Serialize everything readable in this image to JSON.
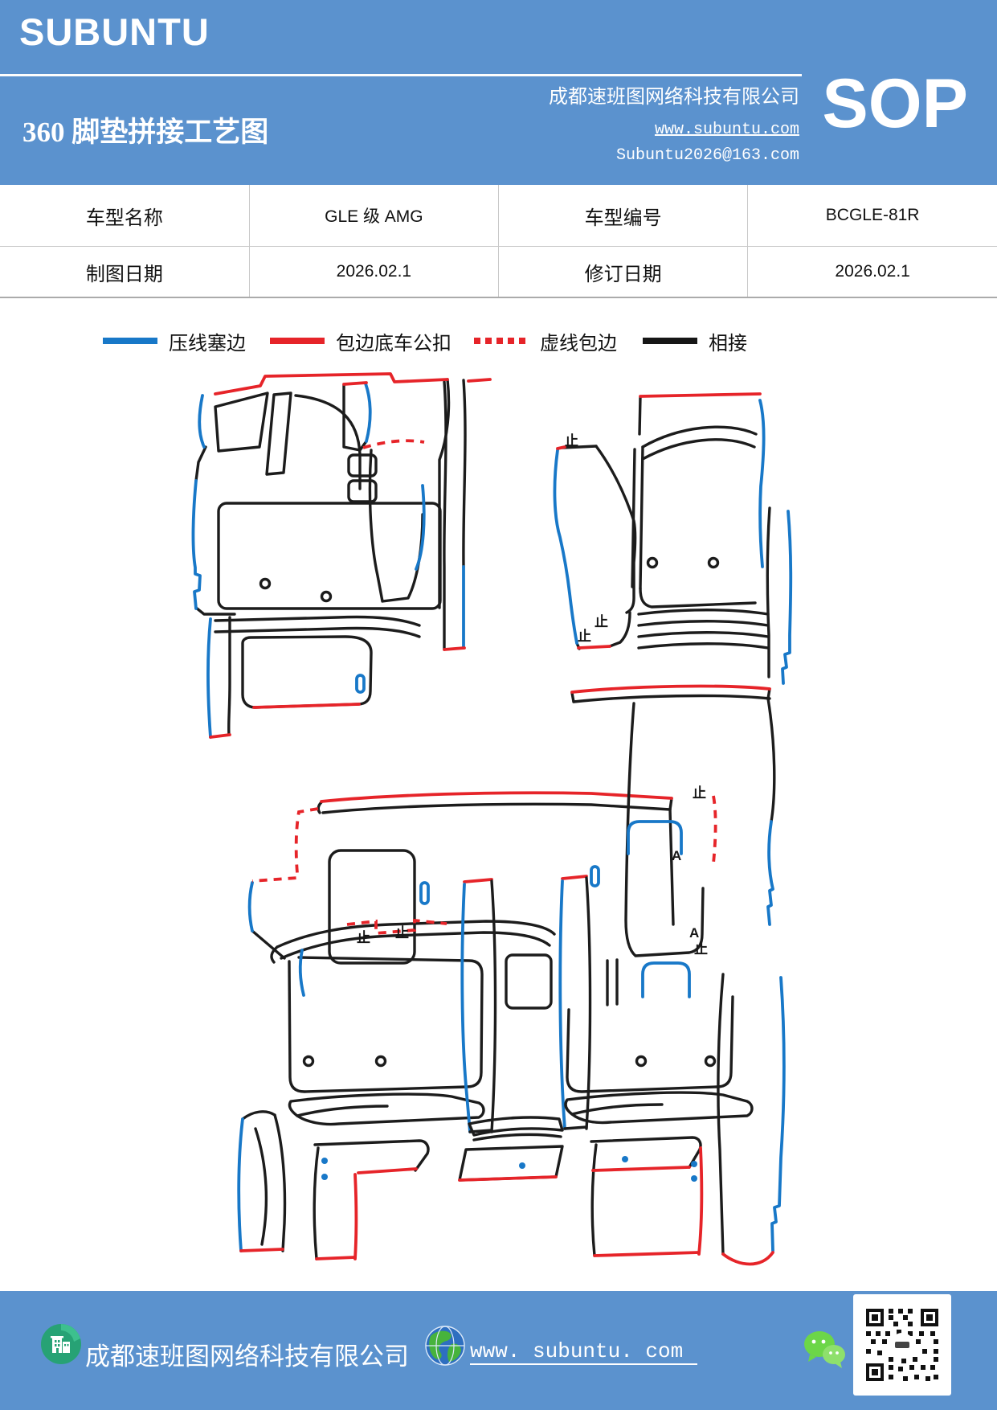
{
  "colors": {
    "banner_blue": "#5b92ce",
    "line_blue": "#1878c8",
    "line_red": "#e62429",
    "line_black": "#1c1c1c",
    "table_border": "#c9c9c9"
  },
  "header": {
    "brand": "SUBUNTU",
    "company": "成都速班图网络科技有限公司",
    "sop_label": "SOP",
    "doc_title": "360 脚垫拼接工艺图",
    "website": "www.subuntu.com",
    "email": "Subuntu2026@163.com"
  },
  "info_table": {
    "r1c1": "车型名称",
    "r1c2": "GLE 级 AMG",
    "r1c3": "车型编号",
    "r1c4": "BCGLE-81R",
    "r2c1": "制图日期",
    "r2c2": "2026.02.1",
    "r2c3": "修订日期",
    "r2c4": "2026.02.1"
  },
  "legend": {
    "items": [
      {
        "label": "压线塞边",
        "color": "#1878c8",
        "style": "solid"
      },
      {
        "label": "包边底车公扣",
        "color": "#e62429",
        "style": "solid"
      },
      {
        "label": "虚线包边",
        "color": "#e62429",
        "style": "dashed"
      },
      {
        "label": "相接",
        "color": "#161616",
        "style": "solid"
      }
    ]
  },
  "diagram": {
    "description": "360 car floor-mat splicing pattern outlines: front-left mat group, front-right mat group, rear mat group",
    "marks": {
      "stop": "止",
      "a": "A"
    }
  },
  "footer": {
    "company": "成都速班图网络科技有限公司",
    "website": "www. subuntu. com",
    "icons": {
      "building": "building-icon",
      "globe": "globe-icon",
      "wechat": "wechat-icon",
      "qr": "qr-code"
    }
  }
}
